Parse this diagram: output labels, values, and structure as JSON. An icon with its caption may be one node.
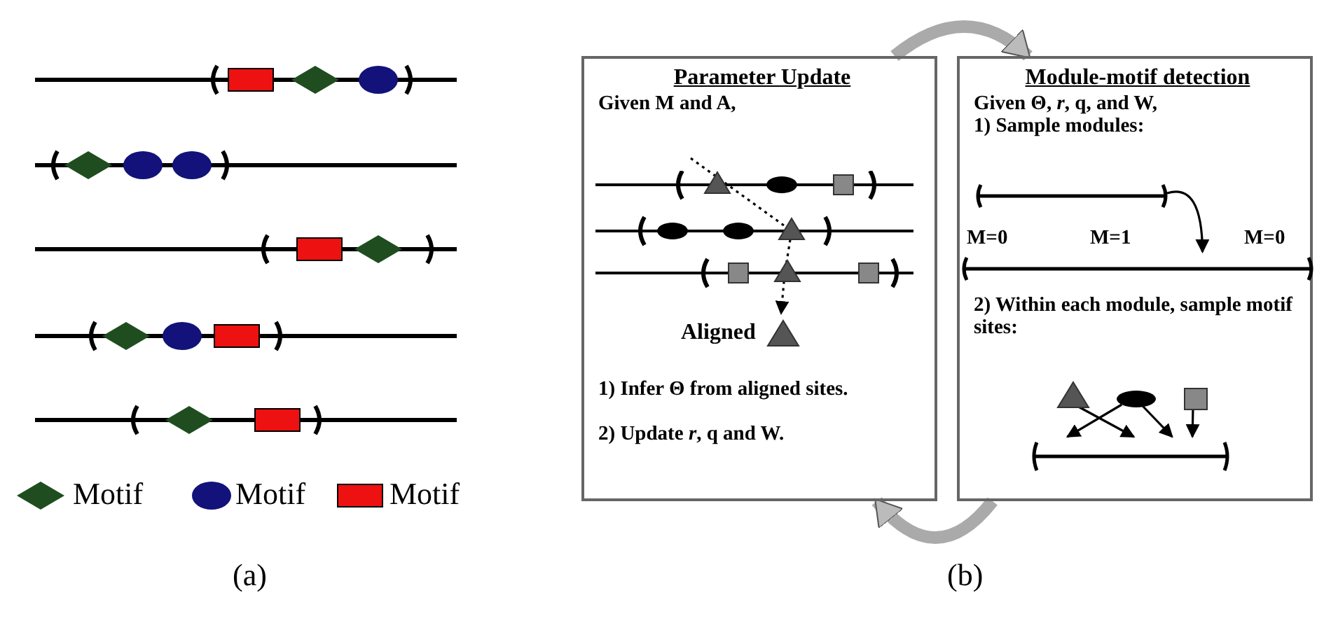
{
  "diagram": {
    "nodes": [
      {
        "text": [
          "Parameter Update",
          "Given M and A,",
          "1) Infer Θ from aligned sites.",
          "2) Update *r*, q and W."
        ]
      },
      {
        "text": [
          "Aligned"
        ],
        "in": 0
      },
      {
        "text": [
          "Module-motif detection",
          "Given Θ, *r*, q, and W,",
          "1) Sample modules:",
          "2) Within each module, sample motif sites:"
        ]
      },
      {
        "text": [],
        "shape": "bar",
        "in": 2
      },
      {
        "text": [],
        "shape": "bar",
        "in": 2,
        "beside": [
          "M=0",
          "M=1",
          "M=0"
        ]
      },
      {
        "text": [],
        "shape": "triangle",
        "in": 2
      },
      {
        "text": [],
        "shape": "ellipse",
        "in": 2
      },
      {
        "text": [],
        "shape": "box",
        "in": 2
      },
      {
        "text": [],
        "shape": "bar",
        "in": 2
      }
    ],
    "edges": [
      {
        "from": 0,
        "to": 2,
        "arrow": "to",
        "style": "thick",
        "color": "#aaaaaa"
      },
      {
        "from": 2,
        "to": 0,
        "arrow": "to",
        "style": "thick",
        "color": "#aaaaaa"
      },
      {
        "from": 3,
        "to": 4,
        "arrow": "to"
      },
      {
        "from": 5,
        "to": 8,
        "arrow": "to"
      },
      {
        "from": 6,
        "to": 8,
        "arrow": "to"
      },
      {
        "from": 6,
        "to": 8,
        "arrow": "to"
      },
      {
        "from": 7,
        "to": 8,
        "arrow": "to"
      },
      {
        "from": null,
        "to": 1,
        "arrow": "to",
        "style": "dashed"
      }
    ],
    "labels": [
      "(a)",
      "(b)"
    ],
    "legend": [
      {
        "text": "Motif",
        "color": "#1f4d1f"
      },
      {
        "text": "Motif",
        "color": "#12127a"
      },
      {
        "text": "Motif",
        "color": "#ee1111"
      }
    ]
  }
}
